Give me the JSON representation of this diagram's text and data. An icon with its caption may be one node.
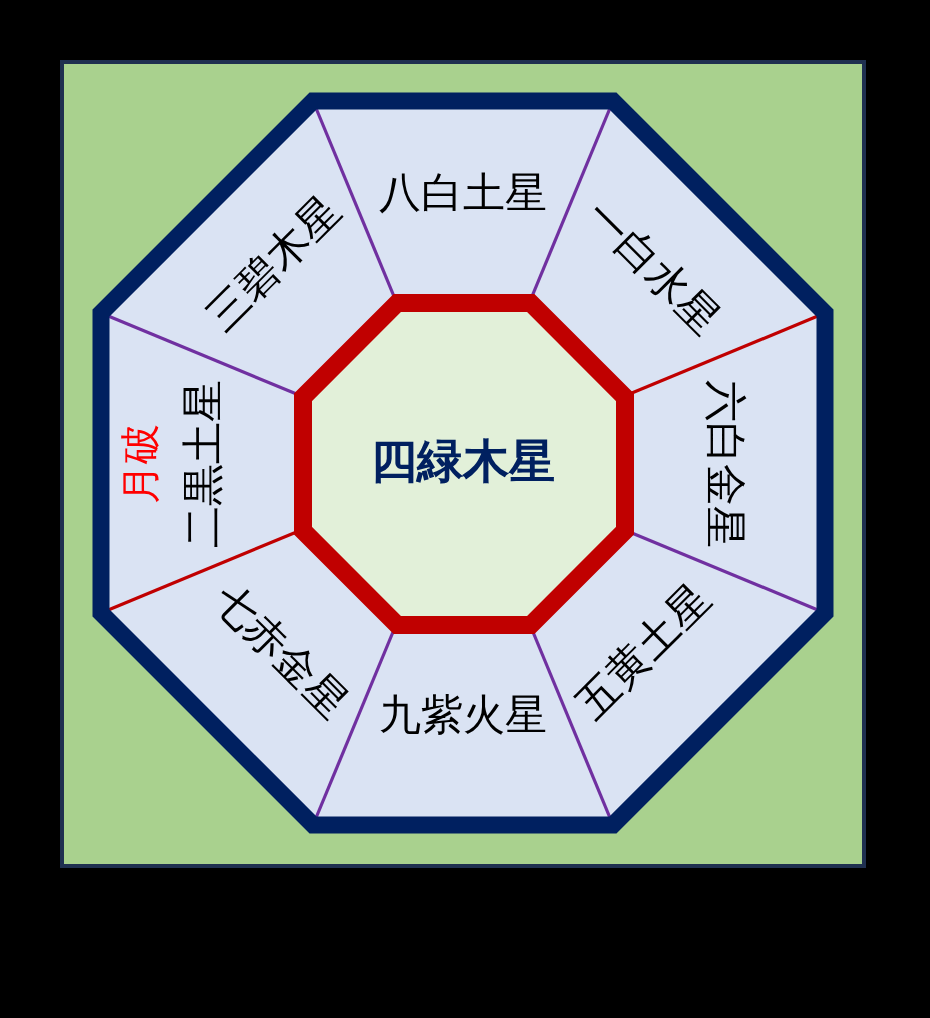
{
  "diagram": {
    "nodes": [
      {
        "text": [
          "八白土星"
        ]
      },
      {
        "text": [
          "三碧木星"
        ]
      },
      {
        "text": [
          "一白水星"
        ]
      },
      {
        "text": [
          "四緑木星"
        ]
      },
      {
        "text": [
          "二黒土星",
          "月破"
        ]
      },
      {
        "text": [
          "六白金星"
        ]
      },
      {
        "text": [
          "七赤金星"
        ]
      },
      {
        "text": [
          "五黄土星"
        ]
      },
      {
        "text": [
          "九紫火星"
        ]
      }
    ]
  }
}
